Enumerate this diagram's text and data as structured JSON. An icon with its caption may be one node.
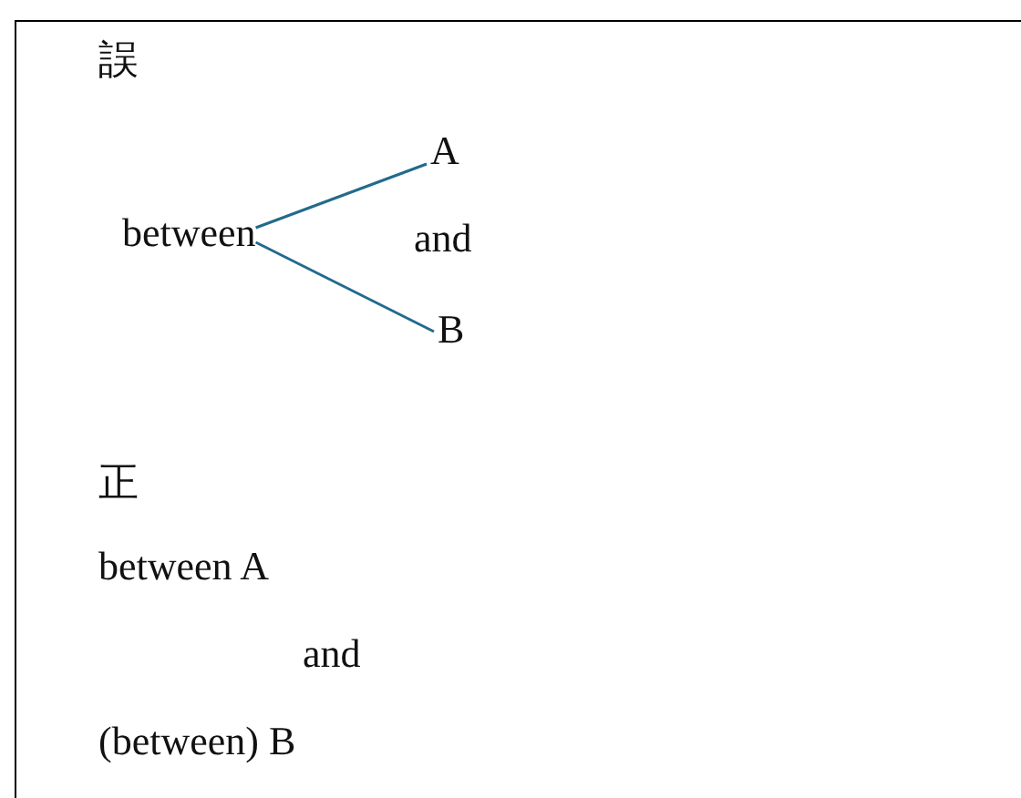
{
  "diagram": {
    "nodes": [
      {
        "text": [
          "between"
        ]
      },
      {
        "text": [
          "A"
        ]
      },
      {
        "text": [
          "B"
        ]
      }
    ],
    "edges": [
      {
        "from": 0,
        "to": 1,
        "arrow": "none",
        "color": "#236a8c"
      },
      {
        "from": 0,
        "to": 2,
        "arrow": "none",
        "color": "#236a8c"
      }
    ],
    "labels": [
      "誤",
      "and",
      "正",
      "between A",
      "and",
      "(between) B"
    ]
  }
}
